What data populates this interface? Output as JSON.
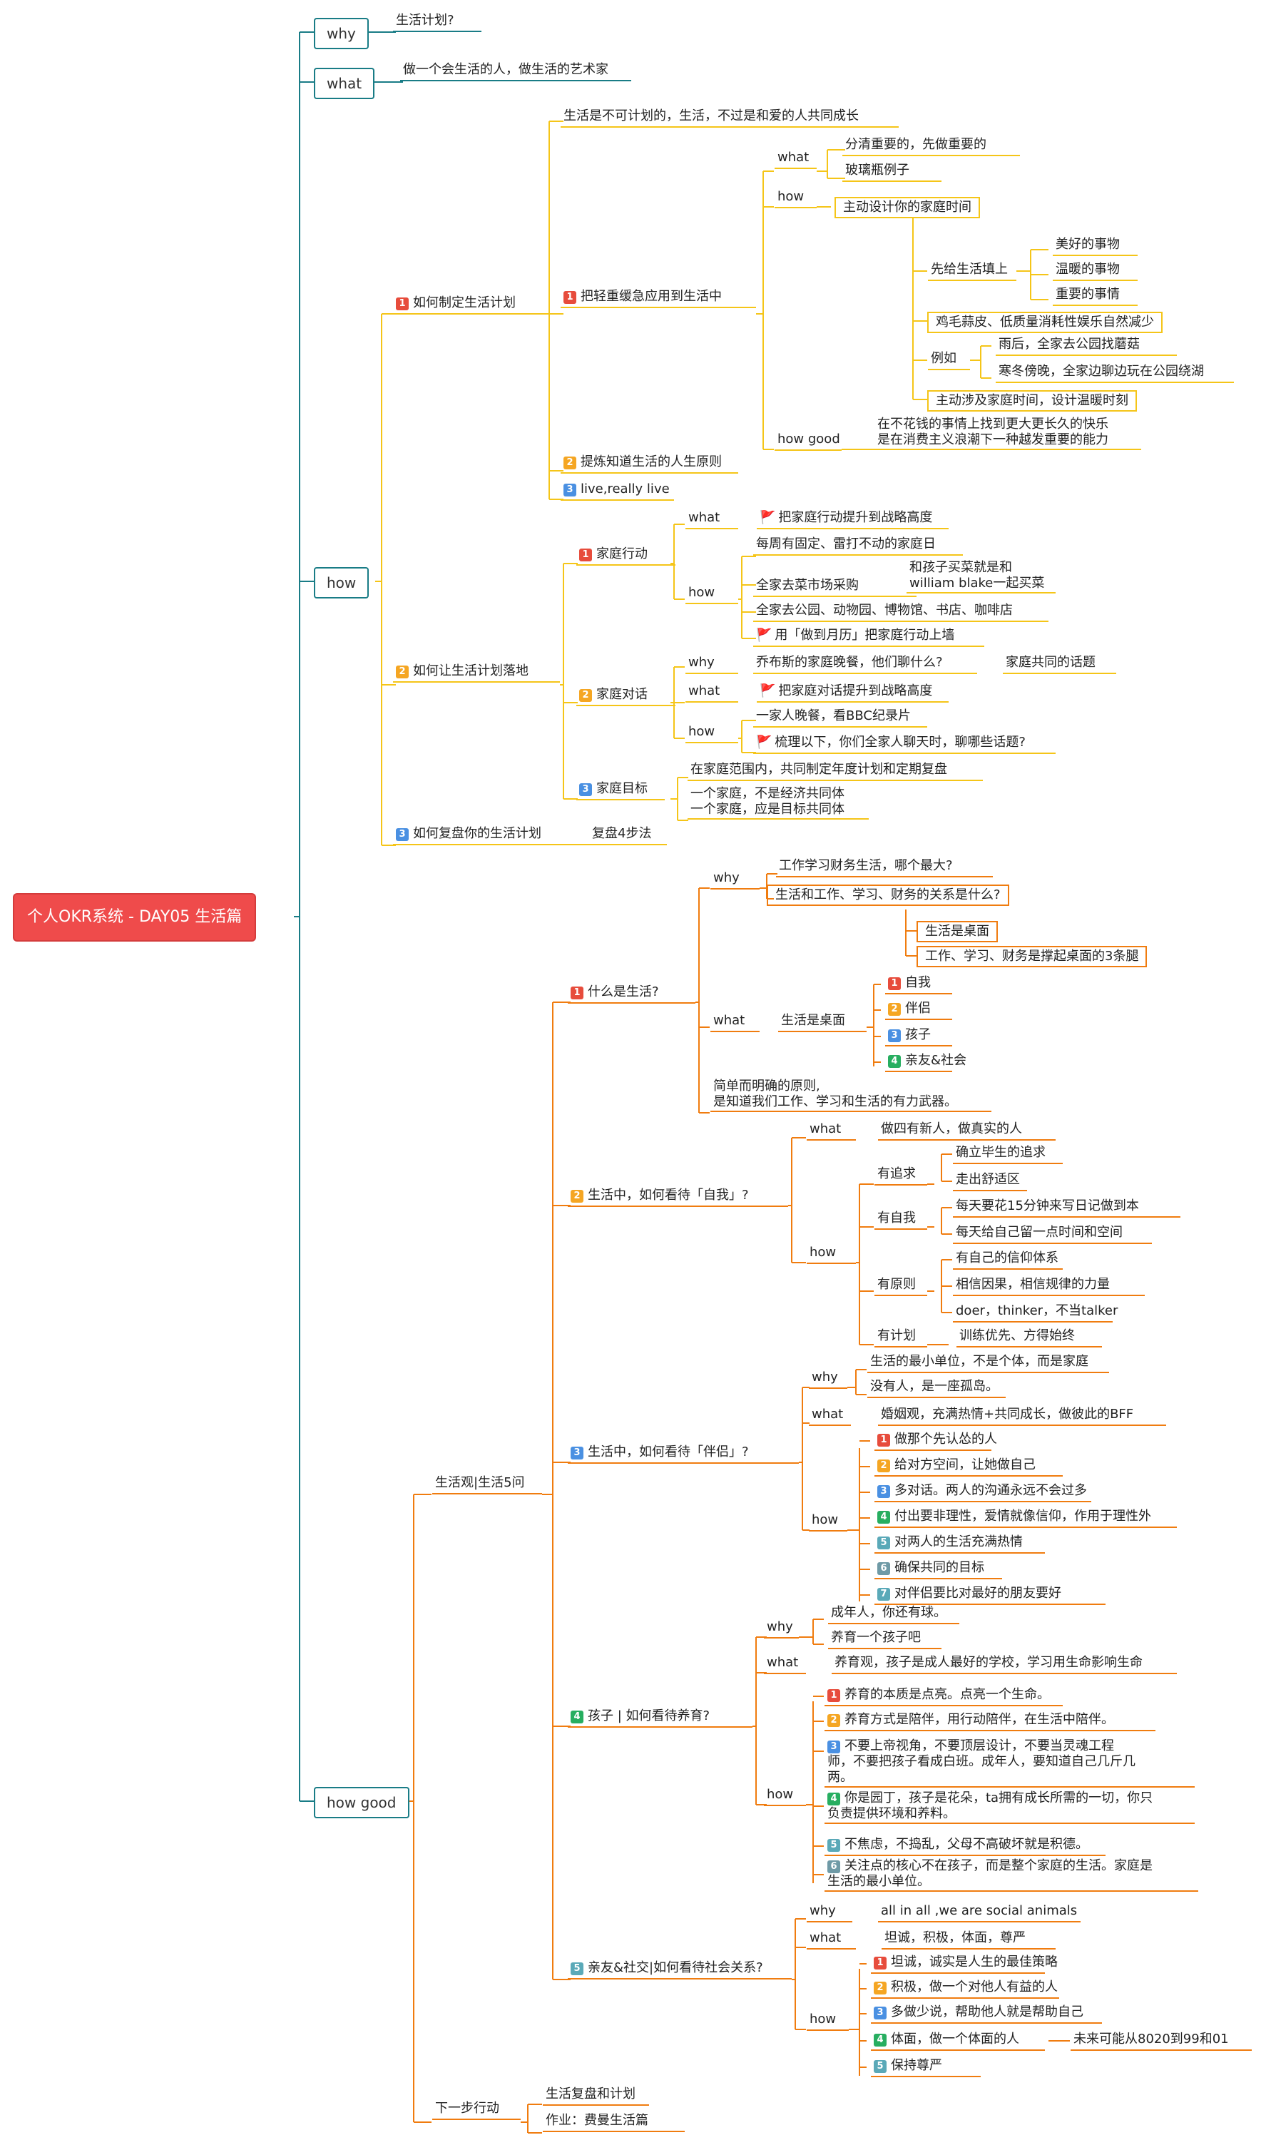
{
  "colors": {
    "root": "#ef4b4b",
    "teal": "#197c86",
    "yellow": "#f5c518",
    "orange": "#f07c0f",
    "badge_red": "#e74c3c",
    "badge_orange": "#f5a623",
    "badge_blue": "#4a90e2",
    "badge_green": "#27ae60",
    "badge_teal": "#5aa9b8",
    "badge_gray": "#6f9aa6"
  },
  "root": {
    "label": "个人OKR系统 - DAY05 生活篇"
  },
  "sections": {
    "why": {
      "label": "why",
      "child": "生活计划?"
    },
    "what": {
      "label": "what",
      "child": "做一个会生活的人，做生活的艺术家"
    },
    "how": {
      "label": "how"
    },
    "howgood": {
      "label": "how good"
    }
  },
  "how": {
    "b1": {
      "num": "1",
      "label": "如何制定生活计划"
    },
    "b1a": "生活是不可计划的，生活，不过是和爱的人共同成长",
    "b1b": {
      "num": "1",
      "label": "把轻重缓急应用到生活中"
    },
    "b1b_what": "what",
    "b1b_what1": "分清重要的，先做重要的",
    "b1b_what2": "玻璃瓶例子",
    "b1b_how": "how",
    "b1b_how1": "主动设计你的家庭时间",
    "fill": "先给生活填上",
    "fill1": "美好的事物",
    "fill2": "温暖的事物",
    "fill3": "重要的事情",
    "reduce": "鸡毛蒜皮、低质量消耗性娱乐自然减少",
    "eg": "例如",
    "eg1": "雨后，全家去公园找蘑菇",
    "eg2": "寒冬傍晚，全家边聊边玩在公园绕湖",
    "active": "主动涉及家庭时间，设计温暖时刻",
    "b1b_good": "how good",
    "b1b_good1": "在不花钱的事情上找到更大更长久的快乐\n是在消费主义浪潮下一种越发重要的能力",
    "b1c": {
      "num": "2",
      "label": "提炼知道生活的人生原则"
    },
    "b1d": {
      "num": "3",
      "label": "live,really live"
    },
    "b2": {
      "num": "2",
      "label": "如何让生活计划落地"
    },
    "act": {
      "num": "1",
      "label": "家庭行动"
    },
    "act_what": "what",
    "act_what1": "把家庭行动提升到战略高度",
    "act_how": "how",
    "act_how1": "每周有固定、雷打不动的家庭日",
    "act_how2": "全家去菜市场采购",
    "act_how2a": "和孩子买菜就是和\nwilliam blake一起买菜",
    "act_how3": "全家去公园、动物园、博物馆、书店、咖啡店",
    "act_how4": "用「做到月历」把家庭行动上墙",
    "talk": {
      "num": "2",
      "label": "家庭对话"
    },
    "talk_why": "why",
    "talk_why1": "乔布斯的家庭晚餐，他们聊什么?",
    "talk_why2": "家庭共同的话题",
    "talk_what": "what",
    "talk_what1": "把家庭对话提升到战略高度",
    "talk_how": "how",
    "talk_how1": "一家人晚餐，看BBC纪录片",
    "talk_how2": "梳理以下，你们全家人聊天时，聊哪些话题?",
    "goal": {
      "num": "3",
      "label": "家庭目标"
    },
    "goal1": "在家庭范围内，共同制定年度计划和定期复盘",
    "goal2": "一个家庭，不是经济共同体\n一个家庭，应是目标共同体",
    "b3": {
      "num": "3",
      "label": "如何复盘你的生活计划"
    },
    "b3a": "复盘4步法"
  },
  "howgood": {
    "view": "生活观|生活5问",
    "q1": {
      "num": "1",
      "label": "什么是生活?"
    },
    "q1_why": "why",
    "q1_why1": "工作学习财务生活，哪个最大?",
    "q1_why2": "生活和工作、学习、财务的关系是什么?",
    "q1_desk": "生活是桌面",
    "q1_desk2": "工作、学习、财务是撑起桌面的3条腿",
    "q1_what": "what",
    "q1_what1": "生活是桌面",
    "q1_items": [
      {
        "num": "1",
        "label": "自我"
      },
      {
        "num": "2",
        "label": "伴侣"
      },
      {
        "num": "3",
        "label": "孩子"
      },
      {
        "num": "4",
        "label": "亲友&社会"
      }
    ],
    "q1_simple": "简单而明确的原则,\n是知道我们工作、学习和生活的有力武器。",
    "q2": {
      "num": "2",
      "label": "生活中，如何看待「自我」?"
    },
    "q2_what": "what",
    "q2_what1": "做四有新人，做真实的人",
    "q2_how": "how",
    "q2_a": "有追求",
    "q2_a1": "确立毕生的追求",
    "q2_a2": "走出舒适区",
    "q2_b": "有自我",
    "q2_b1": "每天要花15分钟来写日记做到本",
    "q2_b2": "每天给自己留一点时间和空间",
    "q2_c": "有原则",
    "q2_c1": "有自己的信仰体系",
    "q2_c2": "相信因果，相信规律的力量",
    "q2_c3": "doer，thinker，不当talker",
    "q2_d": "有计划",
    "q2_d1": "训练优先、方得始终",
    "q3": {
      "num": "3",
      "label": "生活中，如何看待「伴侣」?"
    },
    "q3_why": "why",
    "q3_why1": "生活的最小单位，不是个体，而是家庭",
    "q3_why2": "没有人，是一座孤岛。",
    "q3_what": "what",
    "q3_what1": "婚姻观，充满热情+共同成长，做彼此的BFF",
    "q3_how": "how",
    "q3_items": [
      {
        "num": "1",
        "label": "做那个先认怂的人"
      },
      {
        "num": "2",
        "label": "给对方空间，让她做自己"
      },
      {
        "num": "3",
        "label": "多对话。两人的沟通永远不会过多"
      },
      {
        "num": "4",
        "label": "付出要非理性，爱情就像信仰，作用于理性外"
      },
      {
        "num": "5",
        "label": "对两人的生活充满热情"
      },
      {
        "num": "6",
        "label": "确保共同的目标"
      },
      {
        "num": "7",
        "label": "对伴侣要比对最好的朋友要好"
      }
    ],
    "q4": {
      "num": "4",
      "label": "孩子 | 如何看待养育?"
    },
    "q4_why": "why",
    "q4_why1": "成年人，你还有球。",
    "q4_why2": "养育一个孩子吧",
    "q4_what": "what",
    "q4_what1": "养育观，孩子是成人最好的学校，学习用生命影响生命",
    "q4_how": "how",
    "q4_items": [
      {
        "num": "1",
        "label": "养育的本质是点亮。点亮一个生命。"
      },
      {
        "num": "2",
        "label": "养育方式是陪伴，用行动陪伴，在生活中陪伴。"
      },
      {
        "num": "3",
        "label": "不要上帝视角，不要顶层设计，不要当灵魂工程\n师，不要把孩子看成白班。成年人，要知道自己几斤几\n两。"
      },
      {
        "num": "4",
        "label": "你是园丁，孩子是花朵，ta拥有成长所需的一切，你只\n负责提供环境和养料。"
      },
      {
        "num": "5",
        "label": "不焦虑，不捣乱，父母不高破坏就是积德。"
      },
      {
        "num": "6",
        "label": "关注点的核心不在孩子，而是整个家庭的生活。家庭是\n生活的最小单位。"
      }
    ],
    "q5": {
      "num": "5",
      "label": "亲友&社交|如何看待社会关系?"
    },
    "q5_why": "why",
    "q5_why1": "all in all ,we are social animals",
    "q5_what": "what",
    "q5_what1": "坦诚，积极，体面，尊严",
    "q5_how": "how",
    "q5_items": [
      {
        "num": "1",
        "label": "坦诚，诚实是人生的最佳策略"
      },
      {
        "num": "2",
        "label": "积极，做一个对他人有益的人"
      },
      {
        "num": "3",
        "label": "多做少说，帮助他人就是帮助自己"
      },
      {
        "num": "4",
        "label": "体面，做一个体面的人"
      },
      {
        "num": "5",
        "label": "保持尊严"
      }
    ],
    "q5_extra": "未来可能从8020到99和01",
    "next": "下一步行动",
    "next1": "生活复盘和计划",
    "next2": "作业：费曼生活篇"
  }
}
